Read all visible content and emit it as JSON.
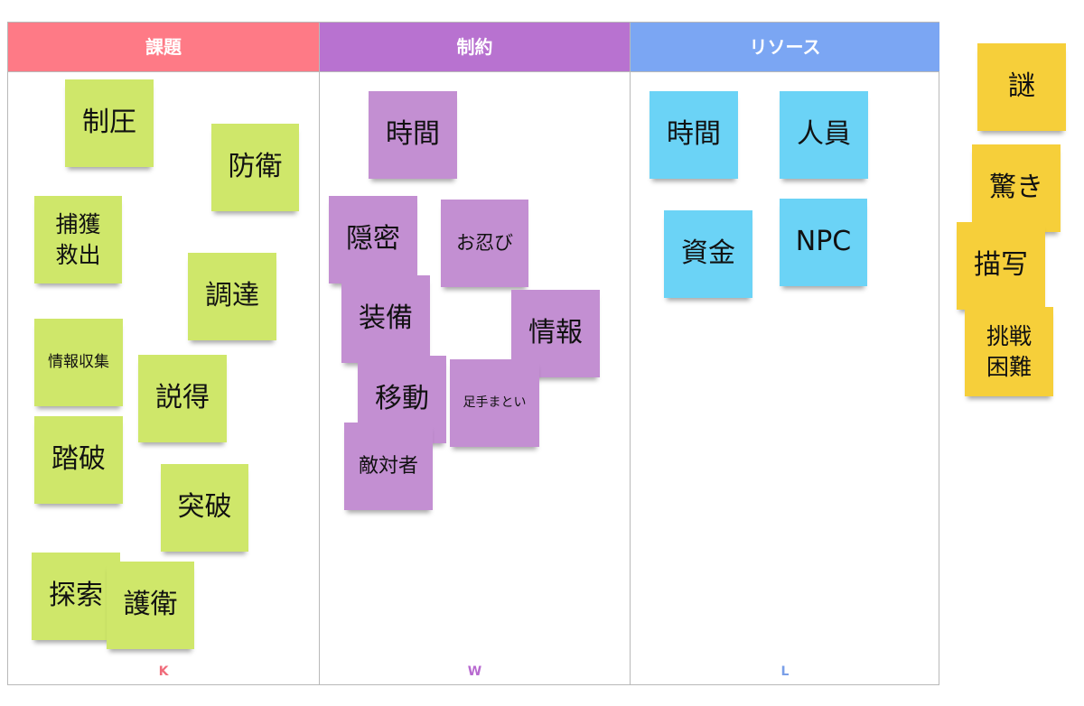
{
  "columns": [
    {
      "title": "課題",
      "footer": "K",
      "color": "#fe7a86",
      "footer_color": "#f06b7a"
    },
    {
      "title": "制約",
      "footer": "W",
      "color": "#b872d0",
      "footer_color": "#b86ad0"
    },
    {
      "title": "リソース",
      "footer": "L",
      "color": "#7ba6f3",
      "footer_color": "#7a9fe8"
    }
  ],
  "notes": {
    "k_seiatsu": "制圧",
    "k_boei": "防衛",
    "k_hokaku": "捕獲\n救出",
    "k_chotatsu": "調達",
    "k_joho_shushu": "情報収集",
    "k_settoku": "説得",
    "k_toha": "踏破",
    "k_toppa": "突破",
    "k_tansaku": "探索",
    "k_goei": "護衛",
    "w_jikan": "時間",
    "w_onmitsu": "隠密",
    "w_oshinobi": "お忍び",
    "w_sobi": "装備",
    "w_joho": "情報",
    "w_ido": "移動",
    "w_ashidematoi": "足手まとい",
    "w_tekitaisha": "敵対者",
    "l_jikan": "時間",
    "l_jinin": "人員",
    "l_shikin": "資金",
    "l_npc": "NPC",
    "y_nazo": "謎",
    "y_odoroki": "驚き",
    "y_byosha": "描写",
    "y_chosen": "挑戦\n困難"
  }
}
